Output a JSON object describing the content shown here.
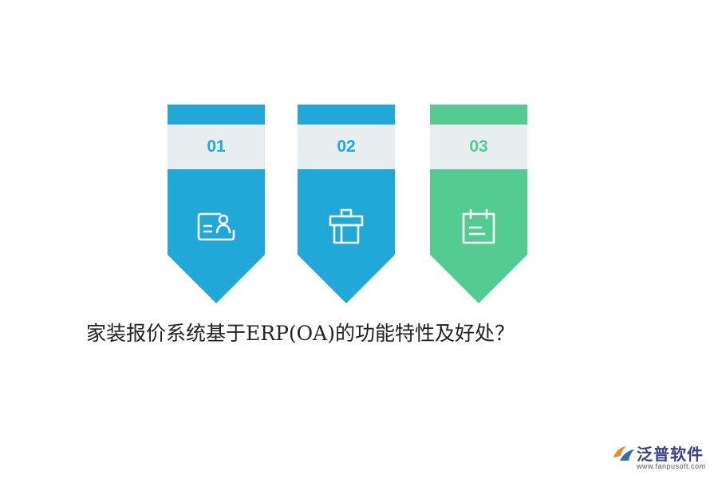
{
  "cards": [
    {
      "number": "01",
      "accent": "#1fa8d8",
      "number_color": "#1fa8d8",
      "icon": "resume-card-icon"
    },
    {
      "number": "02",
      "accent": "#1fa8d8",
      "number_color": "#1fa8d8",
      "icon": "gift-box-icon"
    },
    {
      "number": "03",
      "accent": "#53cb91",
      "number_color": "#53cb91",
      "icon": "calendar-icon"
    }
  ],
  "title": "家装报价系统基于ERP(OA)的功能特性及好处？",
  "logo": {
    "name": "泛普软件",
    "url": "www.fanpusoft.com",
    "colors": {
      "text": "#3a3f8f",
      "mark_orange": "#f08a24",
      "mark_blue": "#2d6fb7"
    }
  }
}
